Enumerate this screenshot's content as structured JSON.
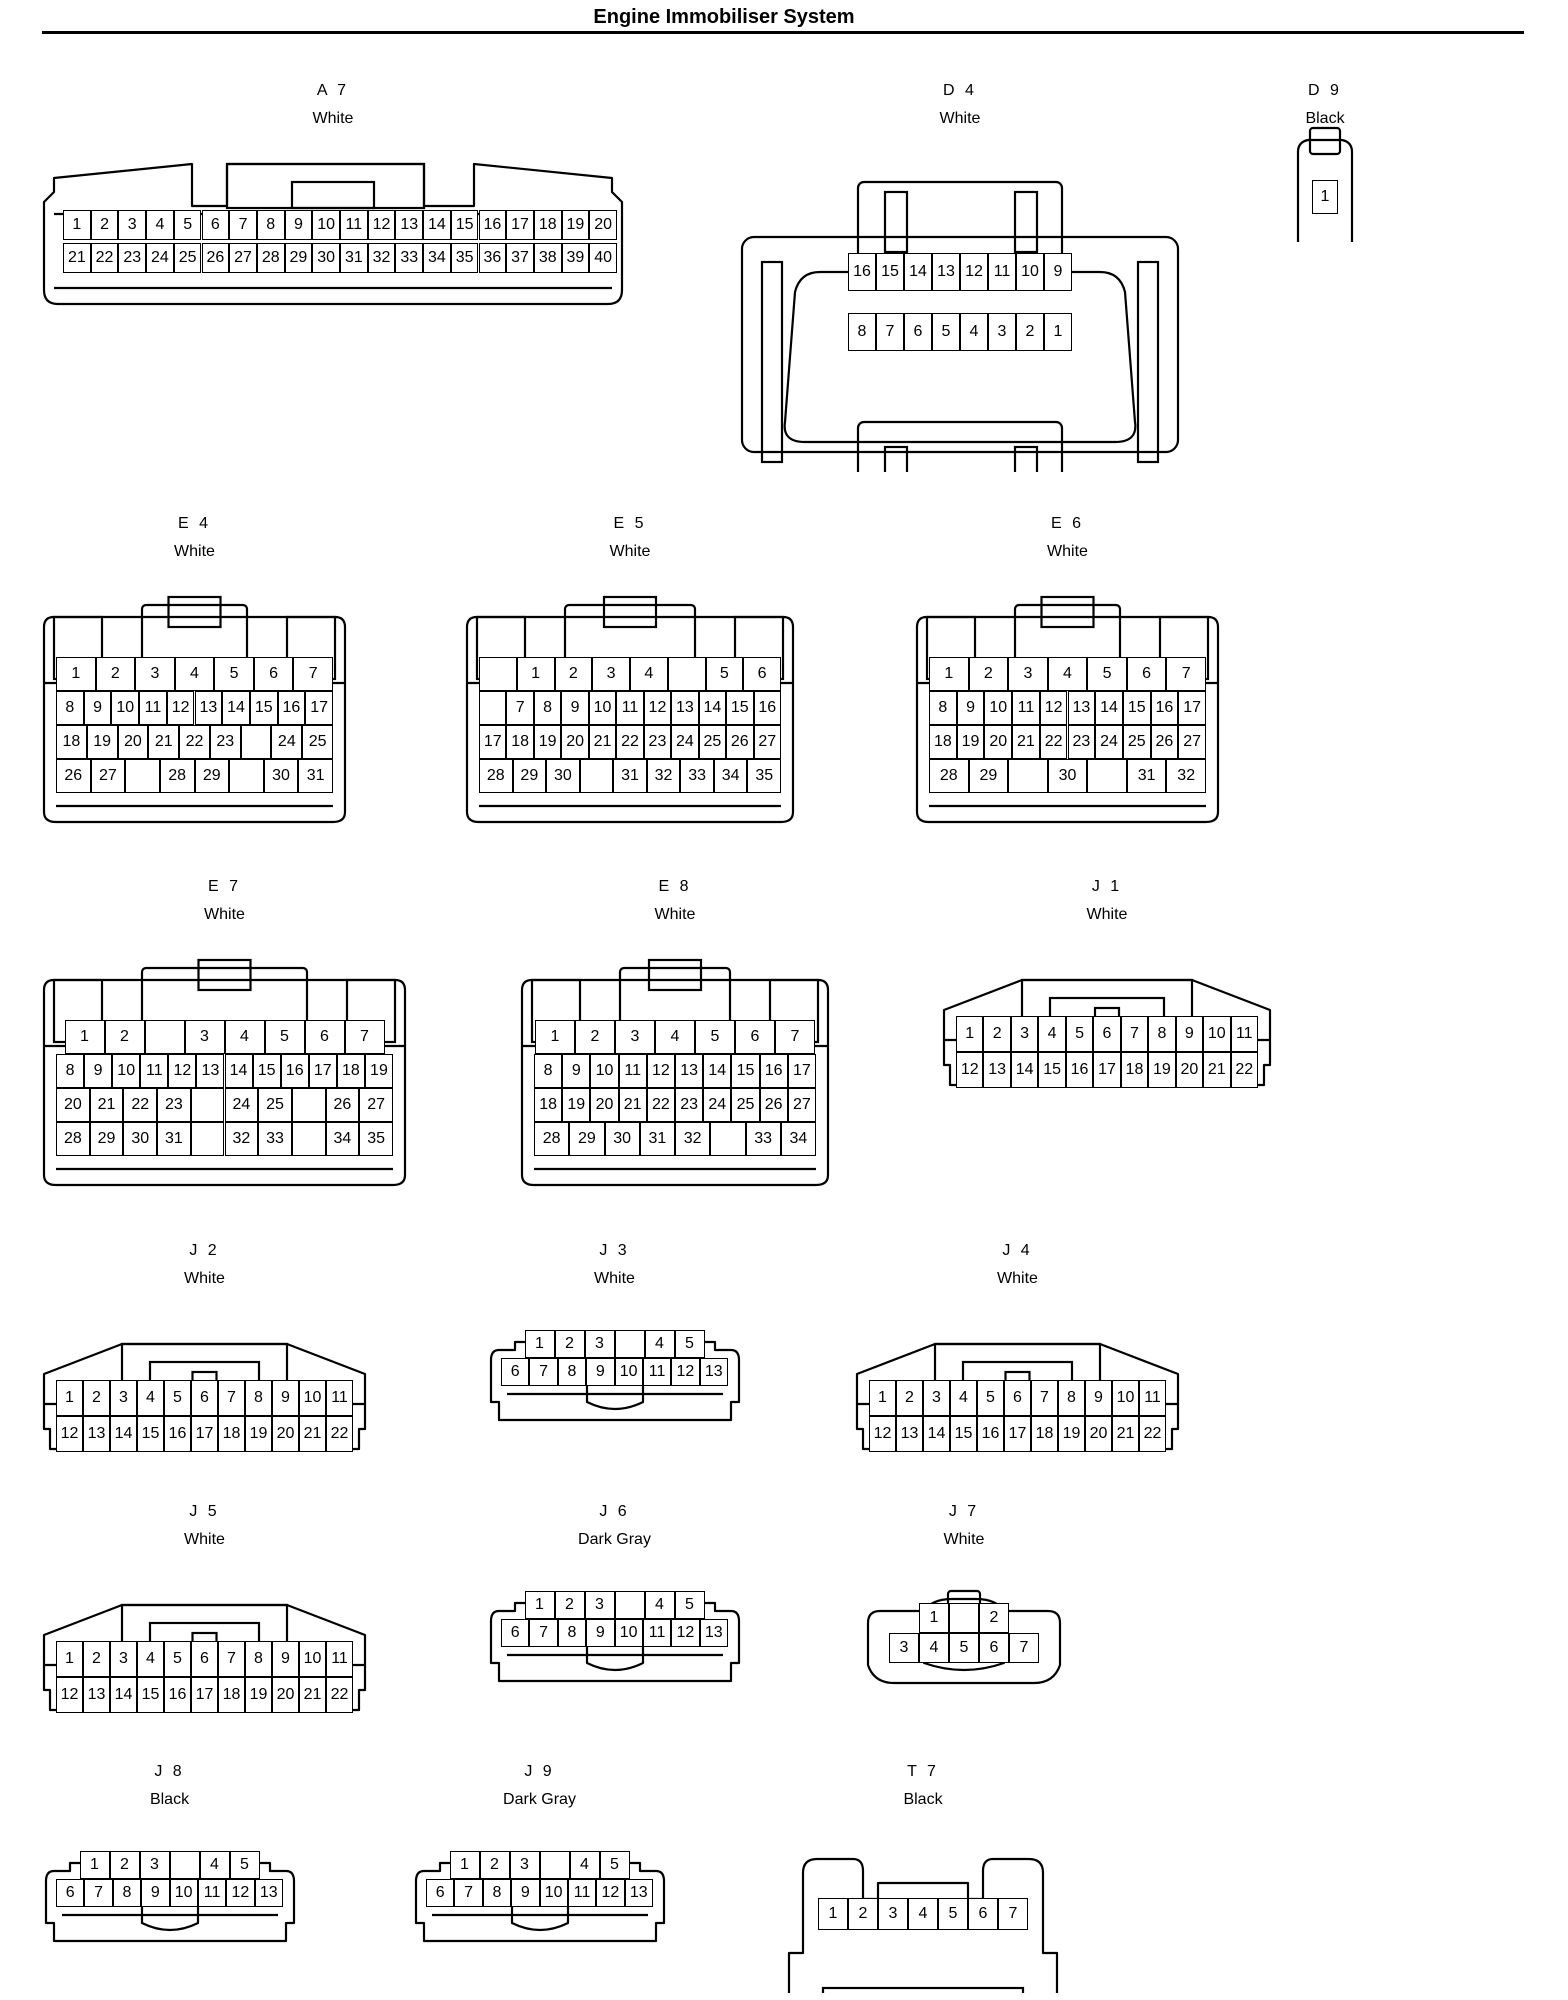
{
  "page": {
    "title": "Engine Immobiliser System"
  },
  "connectors": [
    {
      "id": "A 7",
      "color": "White",
      "rows": [
        [
          "1",
          "2",
          "3",
          "4",
          "5",
          "6",
          "7",
          "8",
          "9",
          "10",
          "11",
          "12",
          "13",
          "14",
          "15",
          "16",
          "17",
          "18",
          "19",
          "20"
        ],
        [
          "21",
          "22",
          "23",
          "24",
          "25",
          "26",
          "27",
          "28",
          "29",
          "30",
          "31",
          "32",
          "33",
          "34",
          "35",
          "36",
          "37",
          "38",
          "39",
          "40"
        ]
      ]
    },
    {
      "id": "D 4",
      "color": "White",
      "rows": [
        [
          "16",
          "15",
          "14",
          "13",
          "12",
          "11",
          "10",
          "9"
        ],
        [
          "8",
          "7",
          "6",
          "5",
          "4",
          "3",
          "2",
          "1"
        ]
      ]
    },
    {
      "id": "D 9",
      "color": "Black",
      "rows": [
        [
          "1"
        ]
      ]
    },
    {
      "id": "E 4",
      "color": "White",
      "rows": [
        [
          "1",
          "2",
          "3",
          "4",
          "5",
          "6",
          "7"
        ],
        [
          "8",
          "9",
          "10",
          "11",
          "12",
          "13",
          "14",
          "15",
          "16",
          "17"
        ],
        [
          "18",
          "19",
          "20",
          "21",
          "22",
          "23",
          "",
          "24",
          "25"
        ],
        [
          "26",
          "27",
          "",
          "28",
          "29",
          "",
          "30",
          "31"
        ]
      ]
    },
    {
      "id": "E 5",
      "color": "White",
      "rows": [
        [
          "",
          "1",
          "2",
          "3",
          "4",
          "",
          "5",
          "6"
        ],
        [
          "",
          "7",
          "8",
          "9",
          "10",
          "11",
          "12",
          "13",
          "14",
          "15",
          "16"
        ],
        [
          "17",
          "18",
          "19",
          "20",
          "21",
          "22",
          "23",
          "24",
          "25",
          "26",
          "27"
        ],
        [
          "28",
          "29",
          "30",
          "",
          "31",
          "32",
          "33",
          "34",
          "35"
        ]
      ]
    },
    {
      "id": "E 6",
      "color": "White",
      "rows": [
        [
          "1",
          "2",
          "3",
          "4",
          "5",
          "6",
          "7"
        ],
        [
          "8",
          "9",
          "10",
          "11",
          "12",
          "13",
          "14",
          "15",
          "16",
          "17"
        ],
        [
          "18",
          "19",
          "20",
          "21",
          "22",
          "23",
          "24",
          "25",
          "26",
          "27"
        ],
        [
          "28",
          "29",
          "",
          "30",
          "",
          "31",
          "32"
        ]
      ]
    },
    {
      "id": "E 7",
      "color": "White",
      "rows": [
        [
          "1",
          "2",
          "",
          "3",
          "4",
          "5",
          "6",
          "7"
        ],
        [
          "8",
          "9",
          "10",
          "11",
          "12",
          "13",
          "14",
          "15",
          "16",
          "17",
          "18",
          "19"
        ],
        [
          "20",
          "21",
          "22",
          "23",
          "",
          "24",
          "25",
          "",
          "26",
          "27"
        ],
        [
          "28",
          "29",
          "30",
          "31",
          "",
          "32",
          "33",
          "",
          "34",
          "35"
        ]
      ]
    },
    {
      "id": "E 8",
      "color": "White",
      "rows": [
        [
          "1",
          "2",
          "3",
          "4",
          "5",
          "6",
          "7"
        ],
        [
          "8",
          "9",
          "10",
          "11",
          "12",
          "13",
          "14",
          "15",
          "16",
          "17"
        ],
        [
          "18",
          "19",
          "20",
          "21",
          "22",
          "23",
          "24",
          "25",
          "26",
          "27"
        ],
        [
          "28",
          "29",
          "30",
          "31",
          "32",
          "",
          "33",
          "34"
        ]
      ]
    },
    {
      "id": "J 1",
      "color": "White",
      "rows": [
        [
          "1",
          "2",
          "3",
          "4",
          "5",
          "6",
          "7",
          "8",
          "9",
          "10",
          "11"
        ],
        [
          "12",
          "13",
          "14",
          "15",
          "16",
          "17",
          "18",
          "19",
          "20",
          "21",
          "22"
        ]
      ]
    },
    {
      "id": "J 2",
      "color": "White",
      "rows": [
        [
          "1",
          "2",
          "3",
          "4",
          "5",
          "6",
          "7",
          "8",
          "9",
          "10",
          "11"
        ],
        [
          "12",
          "13",
          "14",
          "15",
          "16",
          "17",
          "18",
          "19",
          "20",
          "21",
          "22"
        ]
      ]
    },
    {
      "id": "J 3",
      "color": "White",
      "rows": [
        [
          "1",
          "2",
          "3",
          "",
          "4",
          "5"
        ],
        [
          "6",
          "7",
          "8",
          "9",
          "10",
          "11",
          "12",
          "13"
        ]
      ]
    },
    {
      "id": "J 4",
      "color": "White",
      "rows": [
        [
          "1",
          "2",
          "3",
          "4",
          "5",
          "6",
          "7",
          "8",
          "9",
          "10",
          "11"
        ],
        [
          "12",
          "13",
          "14",
          "15",
          "16",
          "17",
          "18",
          "19",
          "20",
          "21",
          "22"
        ]
      ]
    },
    {
      "id": "J 5",
      "color": "White",
      "rows": [
        [
          "1",
          "2",
          "3",
          "4",
          "5",
          "6",
          "7",
          "8",
          "9",
          "10",
          "11"
        ],
        [
          "12",
          "13",
          "14",
          "15",
          "16",
          "17",
          "18",
          "19",
          "20",
          "21",
          "22"
        ]
      ]
    },
    {
      "id": "J 6",
      "color": "Dark Gray",
      "rows": [
        [
          "1",
          "2",
          "3",
          "",
          "4",
          "5"
        ],
        [
          "6",
          "7",
          "8",
          "9",
          "10",
          "11",
          "12",
          "13"
        ]
      ]
    },
    {
      "id": "J 7",
      "color": "White",
      "rows": [
        [
          "1",
          "",
          "2"
        ],
        [
          "3",
          "4",
          "5",
          "6",
          "7"
        ]
      ]
    },
    {
      "id": "J 8",
      "color": "Black",
      "rows": [
        [
          "1",
          "2",
          "3",
          "",
          "4",
          "5"
        ],
        [
          "6",
          "7",
          "8",
          "9",
          "10",
          "11",
          "12",
          "13"
        ]
      ]
    },
    {
      "id": "J 9",
      "color": "Dark Gray",
      "rows": [
        [
          "1",
          "2",
          "3",
          "",
          "4",
          "5"
        ],
        [
          "6",
          "7",
          "8",
          "9",
          "10",
          "11",
          "12",
          "13"
        ]
      ]
    },
    {
      "id": "T 7",
      "color": "Black",
      "rows": [
        [
          "1",
          "2",
          "3",
          "4",
          "5",
          "6",
          "7"
        ]
      ]
    }
  ]
}
